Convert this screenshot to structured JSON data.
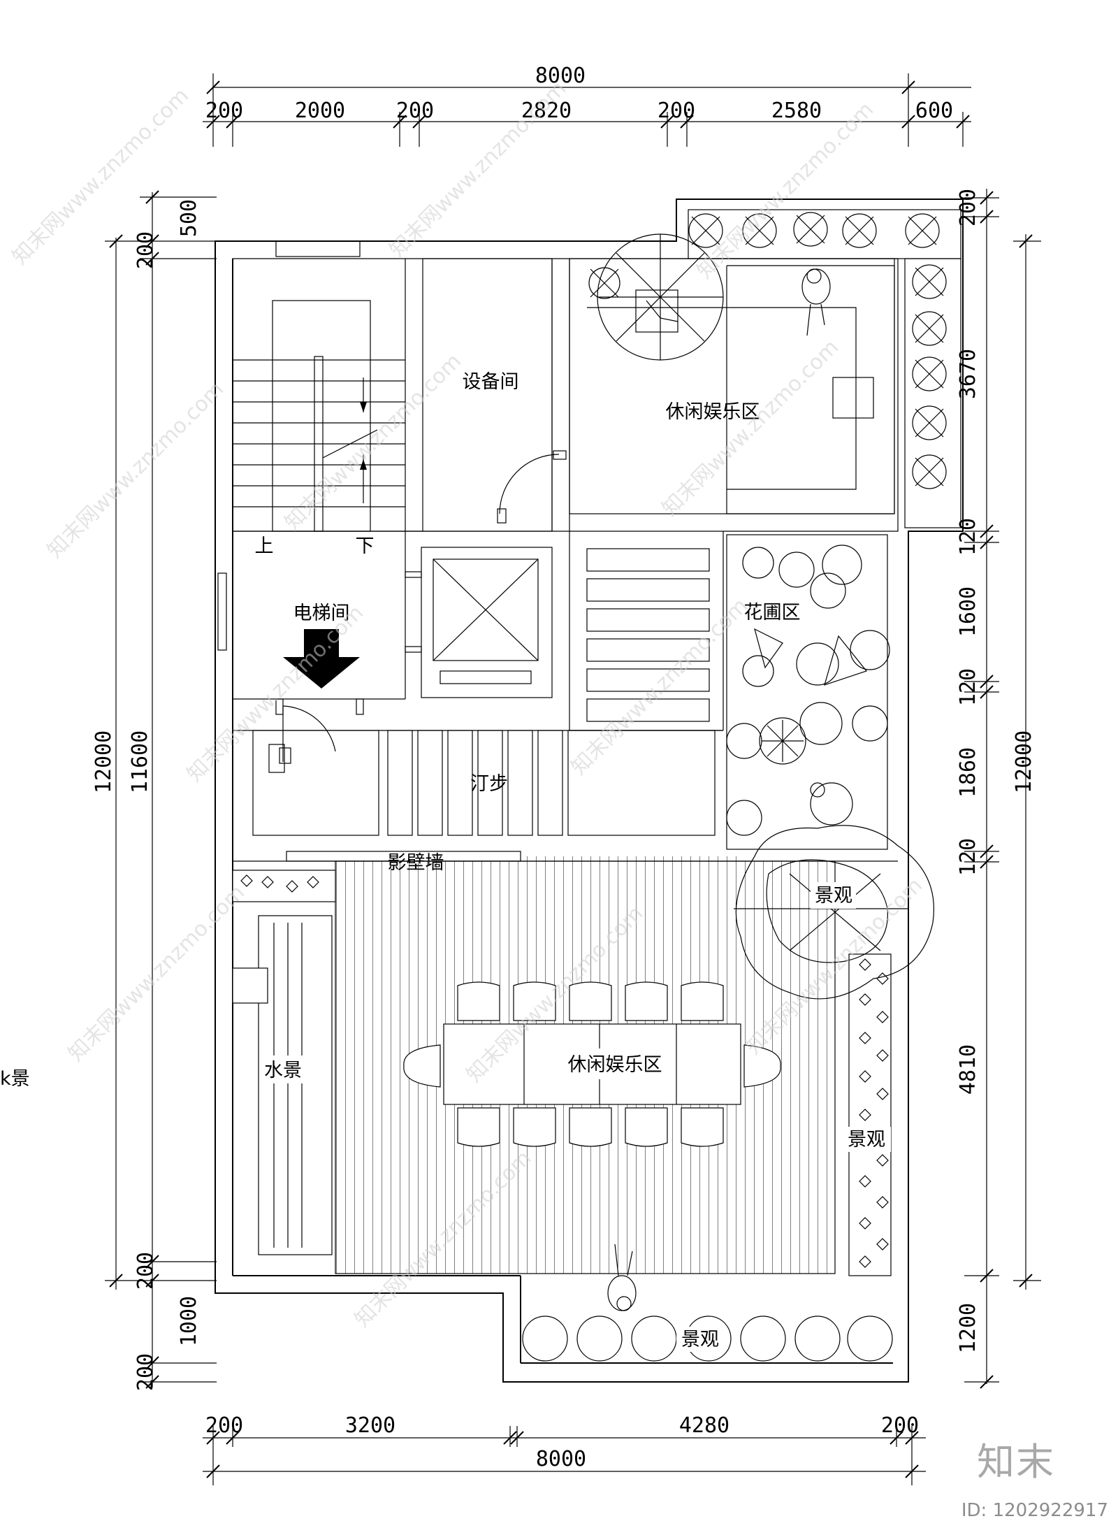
{
  "dimensions": {
    "top_total": "8000",
    "top_segments": [
      "200",
      "2000",
      "200",
      "2820",
      "200",
      "2580",
      "600"
    ],
    "bottom_total": "8000",
    "bottom_segments": [
      "200",
      "3200",
      "4280",
      "200"
    ],
    "left_total": "12000",
    "left_inner": "11600",
    "left_segments": [
      "500",
      "200",
      "200",
      "1000",
      "200"
    ],
    "right_total": "12000",
    "right_segments": [
      "200",
      "3670",
      "120",
      "1600",
      "120",
      "1860",
      "120",
      "4810",
      "1200"
    ]
  },
  "rooms": {
    "stair_up": "上",
    "stair_down": "下",
    "elevator_room": "电梯间",
    "equipment_room": "设备间",
    "leisure_top": "休闲娱乐区",
    "flower_bed": "花圃区",
    "stepping_stones": "汀步",
    "screen_wall": "影壁墙",
    "landscape_1": "景观",
    "landscape_2": "景观",
    "landscape_3": "景观",
    "leisure_main": "休闲娱乐区",
    "water_feature": "水景",
    "edge_water": "k景"
  },
  "watermarks": [
    "知末网www.znzmo.com",
    "知末网www.znzmo.com",
    "知末网www.znzmo.com",
    "知末网www.znzmo.com",
    "知末网www.znzmo.com",
    "知末网www.znzmo.com",
    "知末网www.znzmo.com",
    "知末网www.znzmo.com",
    "知末网www.znzmo.com",
    "知末网www.znzmo.com",
    "知末网www.znzmo.com",
    "知末网www.znzmo.com"
  ],
  "brand": {
    "logo": "知末",
    "id": "ID: 1202922917"
  },
  "colors": {
    "line": "#000000",
    "watermark": "#cfcfcf",
    "background": "#ffffff"
  }
}
